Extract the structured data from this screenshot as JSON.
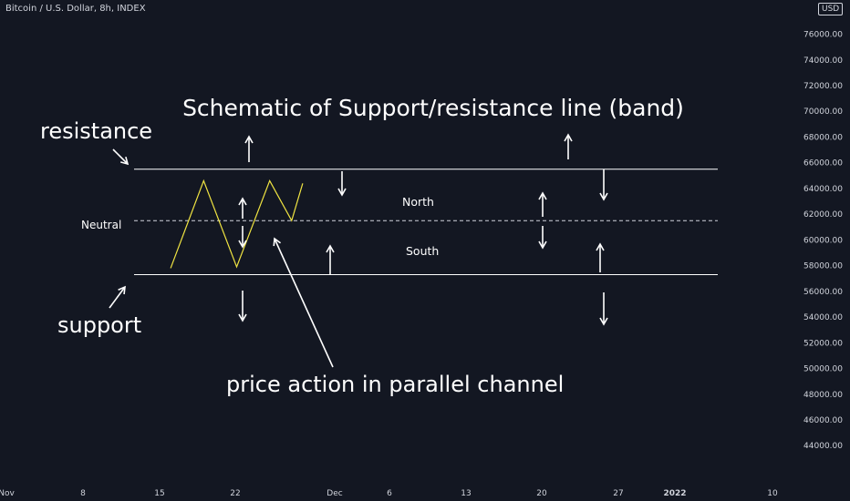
{
  "header": {
    "symbol": "Bitcoin / U.S. Dollar, 8h, INDEX",
    "currency": "USD"
  },
  "chart_data": {
    "type": "line",
    "title": "Schematic of Support/resistance line (band)",
    "yticks": [
      "76000.00",
      "74000.00",
      "72000.00",
      "70000.00",
      "68000.00",
      "66000.00",
      "64000.00",
      "62000.00",
      "60000.00",
      "58000.00",
      "56000.00",
      "54000.00",
      "52000.00",
      "50000.00",
      "48000.00",
      "46000.00",
      "44000.00"
    ],
    "xticks": [
      "Nov",
      "8",
      "15",
      "22",
      "Dec",
      "6",
      "13",
      "20",
      "27",
      "2022",
      "10"
    ],
    "ylim": [
      42600,
      77100
    ],
    "levels": {
      "resistance": 65500,
      "neutral": 61500,
      "support": 57300
    },
    "price_path": [
      {
        "x": "2021-11-16",
        "y": 57800
      },
      {
        "x": "2021-11-19",
        "y": 64600
      },
      {
        "x": "2021-11-22",
        "y": 57900
      },
      {
        "x": "2021-11-25",
        "y": 64600
      },
      {
        "x": "2021-11-27",
        "y": 61500
      },
      {
        "x": "2021-11-28",
        "y": 64400
      }
    ],
    "annotations": {
      "resistance": "resistance",
      "support": "support",
      "neutral": "Neutral",
      "north": "North",
      "south": "South",
      "price_action": "price action in parallel channel"
    },
    "colors": {
      "background": "#131722",
      "text": "#d1d4dc",
      "annotation": "#ffffff",
      "price_line": "#f0e442"
    },
    "grid": false
  }
}
